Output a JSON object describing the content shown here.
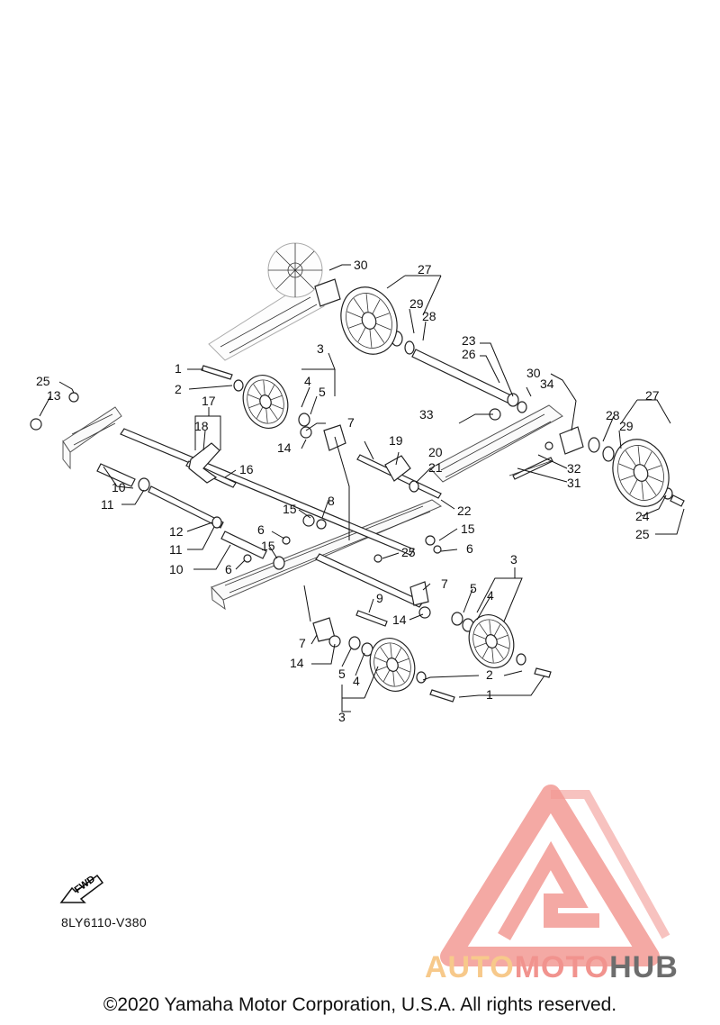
{
  "diagram_code": "8LY6110-V380",
  "copyright": "©2020 Yamaha Motor Corporation, U.S.A. All rights reserved.",
  "fwd_label": "FWD",
  "watermark": {
    "part1": "AUTO",
    "part2": "MOTO",
    "part3": "HUB",
    "logo_color": "#f29a94",
    "accent_color": "#f7c98b",
    "dark_color": "#6d6d6d"
  },
  "callouts": {
    "c30a": "30",
    "c27a": "27",
    "c29a": "29",
    "c28a": "28",
    "c23": "23",
    "c26": "26",
    "c30b": "30",
    "c34": "34",
    "c27b": "27",
    "c28b": "28",
    "c29b": "29",
    "c1a": "1",
    "c2a": "2",
    "c3a": "3",
    "c4a": "4",
    "c5a": "5",
    "c25a": "25",
    "c13": "13",
    "c17": "17",
    "c18": "18",
    "c7a": "7",
    "c14a": "14",
    "c19": "19",
    "c20": "20",
    "c21": "21",
    "c33": "33",
    "c32": "32",
    "c31": "31",
    "c22": "22",
    "c24": "24",
    "c25b": "25",
    "c16": "16",
    "c10a": "10",
    "c11a": "11",
    "c15a": "15",
    "c8": "8",
    "c15b": "15",
    "c6a": "6",
    "c12": "12",
    "c11b": "11",
    "c10b": "10",
    "c15c": "15",
    "c6b": "6",
    "c6c": "6",
    "c25c": "25",
    "c3b": "3",
    "c5b": "5",
    "c4b": "4",
    "c7b": "7",
    "c9": "9",
    "c14b": "14",
    "c7c": "7",
    "c14c": "14",
    "c5c": "5",
    "c4c": "4",
    "c3c": "3",
    "c2b": "2",
    "c1b": "1"
  }
}
